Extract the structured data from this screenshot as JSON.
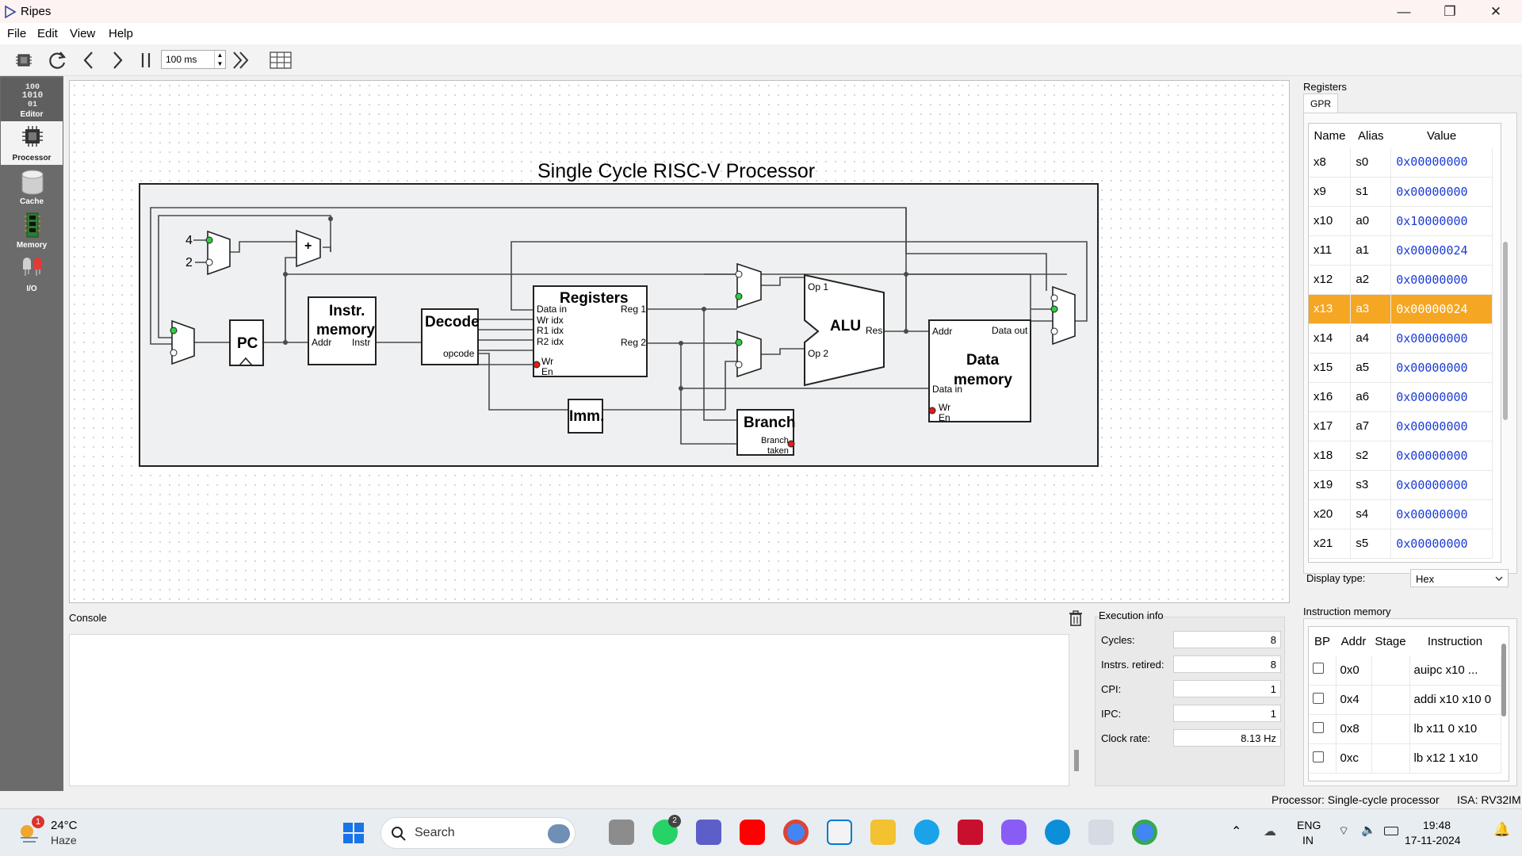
{
  "window": {
    "title": "Ripes",
    "minimize": "—",
    "maximize": "❐",
    "close": "✕"
  },
  "menu": [
    "File",
    "Edit",
    "View",
    "Help"
  ],
  "toolbar": {
    "speed": "100 ms"
  },
  "sidebar": [
    {
      "label": "Editor",
      "icon": "binary-icon"
    },
    {
      "label": "Processor",
      "icon": "chip-icon"
    },
    {
      "label": "Cache",
      "icon": "cylinder-icon"
    },
    {
      "label": "Memory",
      "icon": "ram-icon"
    },
    {
      "label": "I/O",
      "icon": "led-icon"
    }
  ],
  "processor": {
    "title": "Single Cycle RISC-V Processor",
    "labels": {
      "four": "4",
      "two": "2",
      "plus": "+",
      "pc": "PC",
      "imem_title_1": "Instr.",
      "imem_title_2": "memory",
      "imem_addr": "Addr",
      "imem_instr": "Instr",
      "decode": "Decode",
      "opcode": "opcode",
      "registers": "Registers",
      "data_in": "Data in",
      "wr_idx": "Wr idx",
      "r1_idx": "R1 idx",
      "r2_idx": "R2 idx",
      "wr": "Wr",
      "en": "En",
      "reg1": "Reg 1",
      "reg2": "Reg 2",
      "imm": "Imm.",
      "branch": "Branch",
      "branch_out": "Branch",
      "taken": "taken",
      "alu": "ALU",
      "op1": "Op 1",
      "op2": "Op 2",
      "res": "Res",
      "dmem_addr": "Addr",
      "dmem_out": "Data out",
      "dmem_title_1": "Data",
      "dmem_title_2": "memory",
      "dmem_in": "Data in"
    }
  },
  "console": {
    "label": "Console"
  },
  "execution": {
    "label": "Execution info",
    "rows": [
      {
        "name": "Cycles:",
        "value": "8"
      },
      {
        "name": "Instrs. retired:",
        "value": "8"
      },
      {
        "name": "CPI:",
        "value": "1"
      },
      {
        "name": "IPC:",
        "value": "1"
      },
      {
        "name": "Clock rate:",
        "value": "8.13 Hz"
      }
    ]
  },
  "registers": {
    "label": "Registers",
    "tab": "GPR",
    "headers": [
      "Name",
      "Alias",
      "Value"
    ],
    "rows": [
      {
        "name": "x8",
        "alias": "s0",
        "value": "0x00000000"
      },
      {
        "name": "x9",
        "alias": "s1",
        "value": "0x00000000"
      },
      {
        "name": "x10",
        "alias": "a0",
        "value": "0x10000000"
      },
      {
        "name": "x11",
        "alias": "a1",
        "value": "0x00000024"
      },
      {
        "name": "x12",
        "alias": "a2",
        "value": "0x00000000"
      },
      {
        "name": "x13",
        "alias": "a3",
        "value": "0x00000024",
        "highlight": true
      },
      {
        "name": "x14",
        "alias": "a4",
        "value": "0x00000000"
      },
      {
        "name": "x15",
        "alias": "a5",
        "value": "0x00000000"
      },
      {
        "name": "x16",
        "alias": "a6",
        "value": "0x00000000"
      },
      {
        "name": "x17",
        "alias": "a7",
        "value": "0x00000000"
      },
      {
        "name": "x18",
        "alias": "s2",
        "value": "0x00000000"
      },
      {
        "name": "x19",
        "alias": "s3",
        "value": "0x00000000"
      },
      {
        "name": "x20",
        "alias": "s4",
        "value": "0x00000000"
      },
      {
        "name": "x21",
        "alias": "s5",
        "value": "0x00000000"
      }
    ],
    "display_type_label": "Display type:",
    "display_type": "Hex",
    "highlight_color": "#f5a623",
    "value_color": "#1a3cd6"
  },
  "instruction_memory": {
    "label": "Instruction memory",
    "headers": [
      "BP",
      "Addr",
      "Stage",
      "Instruction"
    ],
    "rows": [
      {
        "addr": "0x0",
        "stage": "",
        "instruction": "auipc x10 ..."
      },
      {
        "addr": "0x4",
        "stage": "",
        "instruction": "addi x10 x10 0"
      },
      {
        "addr": "0x8",
        "stage": "",
        "instruction": "lb x11 0 x10"
      },
      {
        "addr": "0xc",
        "stage": "",
        "instruction": "lb x12 1 x10"
      }
    ]
  },
  "status": {
    "processor": "Processor: Single-cycle processor",
    "isa": "ISA: RV32IM"
  },
  "taskbar": {
    "weather_temp": "24°C",
    "weather_desc": "Haze",
    "weather_badge": "1",
    "search": "Search",
    "whatsapp_badge": "2",
    "lang_1": "ENG",
    "lang_2": "IN",
    "time": "19:48",
    "date": "17-11-2024"
  }
}
